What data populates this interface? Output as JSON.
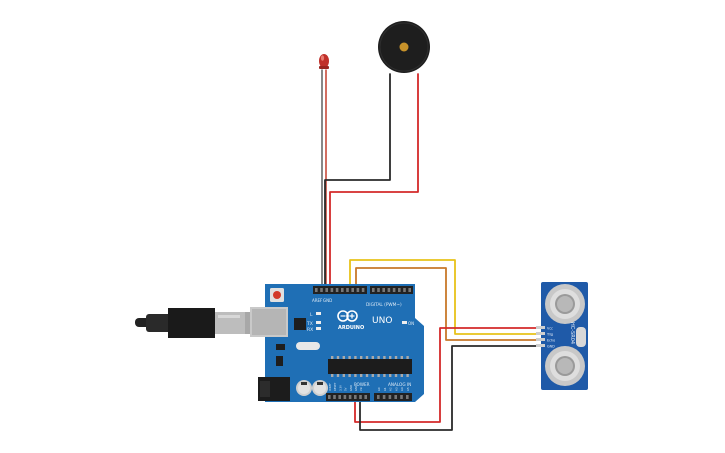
{
  "board": {
    "brand": "ARDUINO",
    "model": "UNO",
    "tx_label": "TX",
    "rx_label": "RX",
    "l_label": "L",
    "on_label": "ON",
    "digital_label": "DIGITAL (PWM~)",
    "power_label": "POWER",
    "analog_label": "ANALOG IN",
    "aref_label": "AREF",
    "gnd_label": "GND",
    "power_pins": [
      "IOREF",
      "RESET",
      "3.3V",
      "5V",
      "GND",
      "GND",
      "Vin"
    ],
    "analog_pins": [
      "A0",
      "A1",
      "A2",
      "A3",
      "A4",
      "A5"
    ]
  },
  "sensor": {
    "model": "HC-SR04",
    "pins": [
      "Vcc",
      "Trig",
      "Echo",
      "GND"
    ]
  },
  "colors": {
    "board": "#1f6fb5",
    "board_dark": "#175a95",
    "header": "#222222",
    "wire_red": "#d42a2a",
    "wire_black": "#2a2a2a",
    "wire_yellow": "#e8c21a",
    "wire_orange": "#c8782a",
    "led": "#c0302a",
    "buzzer": "#1e1e1e",
    "buzzer_center": "#c8922a"
  },
  "components": {
    "led": "led-icon",
    "buzzer": "buzzer-icon",
    "usb": "usb-cable-icon",
    "sensor": "ultrasonic-sensor-icon",
    "arduino": "arduino-uno-board"
  }
}
